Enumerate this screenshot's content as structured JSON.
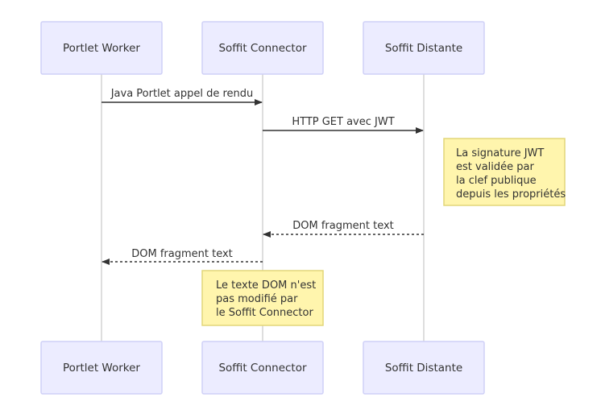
{
  "participants": [
    {
      "id": "worker",
      "label": "Portlet Worker"
    },
    {
      "id": "connector",
      "label": "Soffit Connector"
    },
    {
      "id": "distante",
      "label": "Soffit Distante"
    }
  ],
  "messages": [
    {
      "from": "worker",
      "to": "connector",
      "label": "Java Portlet appel de rendu",
      "style": "solid"
    },
    {
      "from": "connector",
      "to": "distante",
      "label": "HTTP GET avec JWT",
      "style": "solid"
    },
    {
      "from": "distante",
      "to": "connector",
      "label": "DOM fragment text",
      "style": "dashed"
    },
    {
      "from": "connector",
      "to": "worker",
      "label": "DOM fragment text",
      "style": "dashed"
    }
  ],
  "notes": [
    {
      "over": "distante",
      "position": "right",
      "lines": [
        "La signature JWT",
        "est validée par",
        "la clef publique",
        "depuis les propriétés"
      ]
    },
    {
      "over": "connector",
      "position": "center",
      "lines": [
        "Le texte DOM n'est",
        "pas modifié par",
        "le Soffit Connector"
      ]
    }
  ],
  "colors": {
    "actor_fill": "#ececff",
    "actor_stroke": "#cfd0f7",
    "note_fill": "#fff5ad",
    "note_stroke": "#e2d679",
    "line": "#333333",
    "lifeline": "#d4d4d4"
  }
}
